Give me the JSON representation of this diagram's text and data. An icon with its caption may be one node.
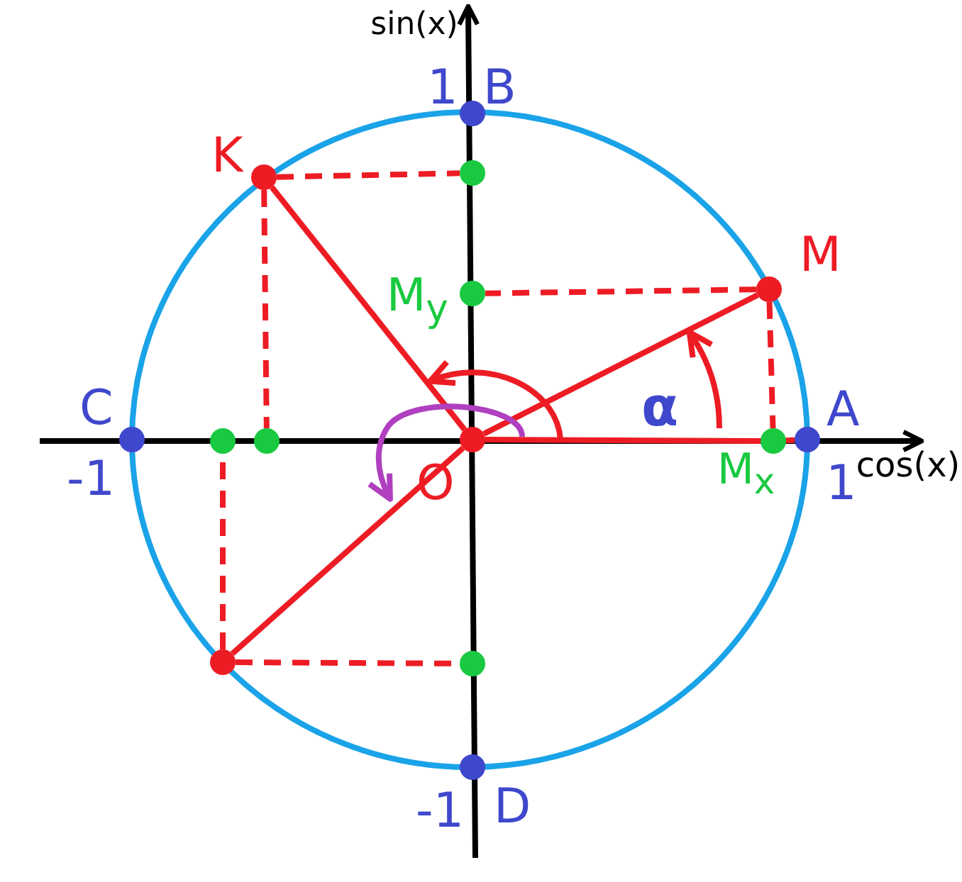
{
  "diagram": {
    "nodes": [
      {
        "text": [
          "B"
        ]
      },
      {
        "text": [
          "K"
        ]
      },
      {
        "text": [],
        "shape": "circle"
      },
      {
        "text": [
          "M$_{y}$"
        ]
      },
      {
        "text": [
          "M"
        ]
      },
      {
        "text": [
          "C"
        ]
      },
      {
        "text": [],
        "shape": "circle"
      },
      {
        "text": [],
        "shape": "circle"
      },
      {
        "text": [
          "O"
        ]
      },
      {
        "text": [
          "M$_{x}$"
        ]
      },
      {
        "text": [
          "A"
        ]
      },
      {
        "text": [],
        "shape": "circle"
      },
      {
        "text": [],
        "shape": "circle"
      },
      {
        "text": [
          "D"
        ]
      }
    ],
    "edges": [
      {
        "from": 8,
        "to": 4,
        "arrow": "none"
      },
      {
        "from": 8,
        "to": 1,
        "arrow": "none"
      },
      {
        "from": 8,
        "to": 11,
        "arrow": "none"
      },
      {
        "from": 8,
        "to": 9,
        "arrow": "none"
      },
      {
        "from": 9,
        "to": 10,
        "arrow": "none"
      },
      {
        "from": 1,
        "to": 2,
        "arrow": "none",
        "style": "dashed"
      },
      {
        "from": 1,
        "to": 7,
        "arrow": "none",
        "style": "dashed"
      },
      {
        "from": 4,
        "to": 3,
        "arrow": "none",
        "style": "dashed"
      },
      {
        "from": 4,
        "to": 9,
        "arrow": "none",
        "style": "dashed"
      },
      {
        "from": 11,
        "to": 6,
        "arrow": "none",
        "style": "dashed"
      },
      {
        "from": 11,
        "to": 12,
        "arrow": "none",
        "style": "dashed"
      }
    ],
    "labels": [
      "sin(x)",
      "1",
      "-1",
      "α",
      "1",
      "cos(x)",
      "-1"
    ]
  }
}
